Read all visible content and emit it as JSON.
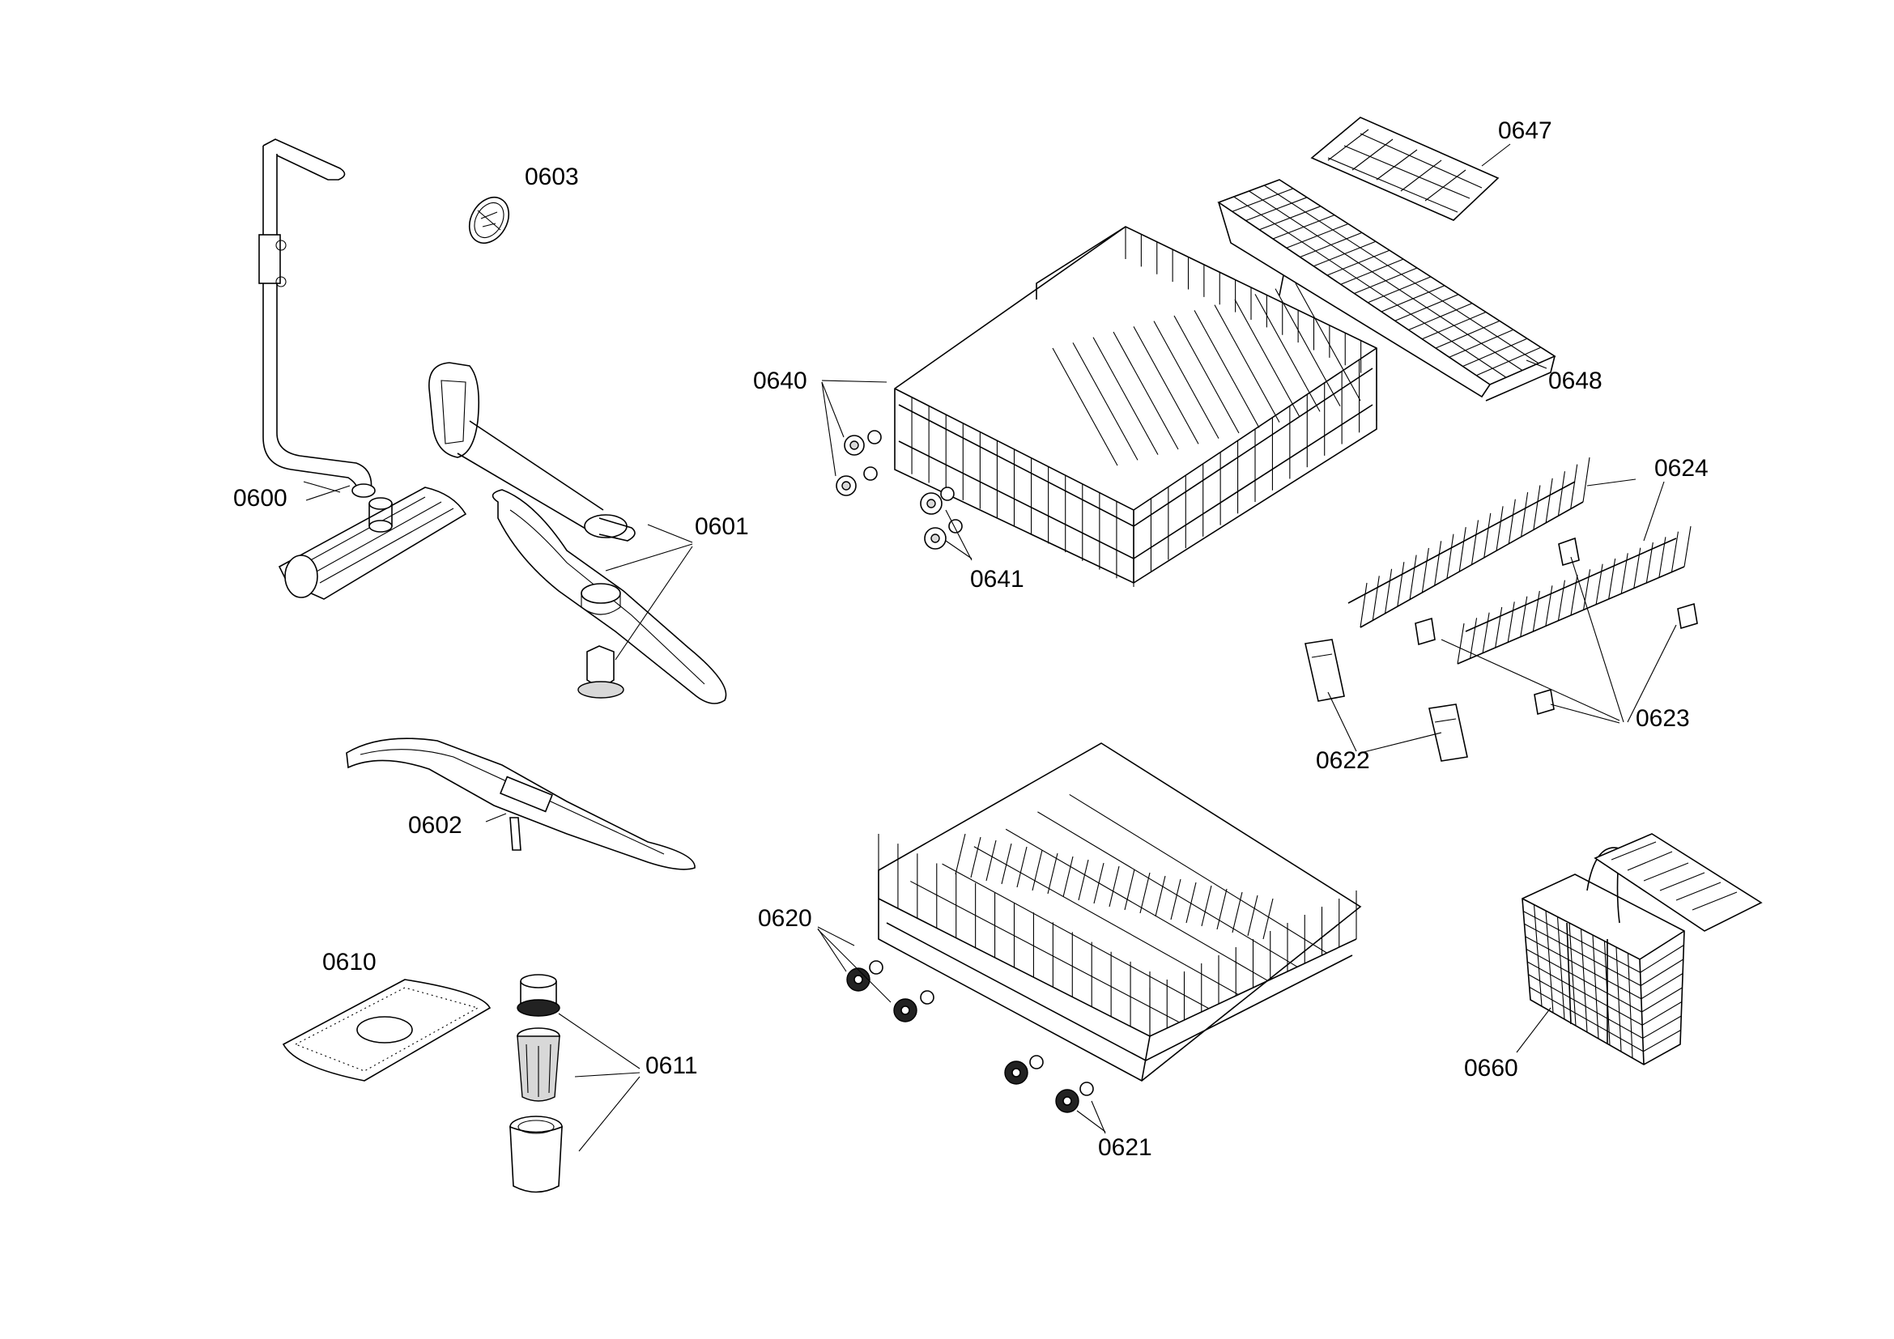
{
  "diagram": {
    "labels": [
      {
        "key": "l0600",
        "text": "0600"
      },
      {
        "key": "l0601",
        "text": "0601"
      },
      {
        "key": "l0602",
        "text": "0602"
      },
      {
        "key": "l0603",
        "text": "0603"
      },
      {
        "key": "l0610",
        "text": "0610"
      },
      {
        "key": "l0611",
        "text": "0611"
      },
      {
        "key": "l0620",
        "text": "0620"
      },
      {
        "key": "l0621",
        "text": "0621"
      },
      {
        "key": "l0622",
        "text": "0622"
      },
      {
        "key": "l0623",
        "text": "0623"
      },
      {
        "key": "l0624",
        "text": "0624"
      },
      {
        "key": "l0640",
        "text": "0640"
      },
      {
        "key": "l0641",
        "text": "0641"
      },
      {
        "key": "l0647",
        "text": "0647"
      },
      {
        "key": "l0648",
        "text": "0648"
      },
      {
        "key": "l0660",
        "text": "0660"
      }
    ]
  }
}
